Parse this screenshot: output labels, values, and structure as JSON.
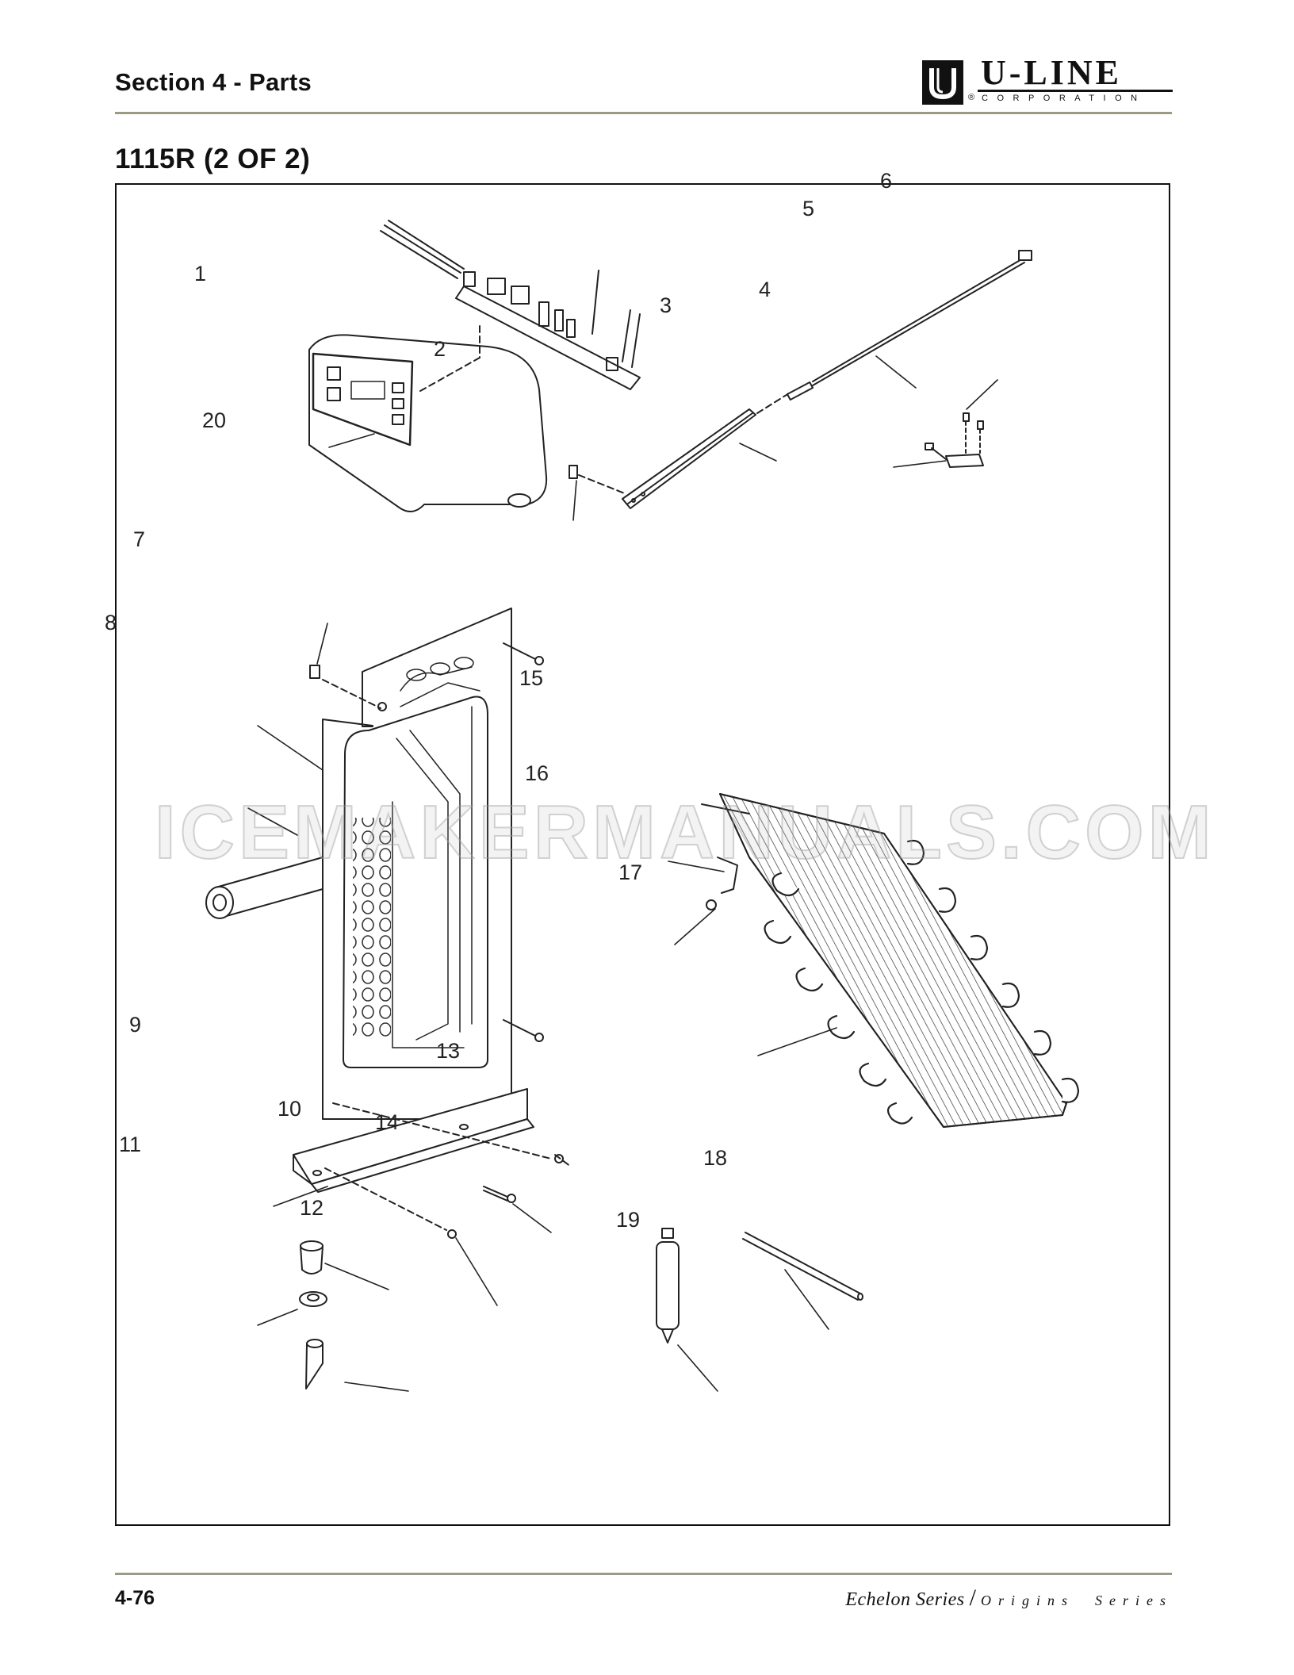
{
  "header": {
    "section": "Section 4 - Parts",
    "logo": {
      "name": "U-LINE",
      "corp": "CORPORATION",
      "reg": "®"
    }
  },
  "page": {
    "title": "1115R (2 OF 2)"
  },
  "watermark": "ICEMAKERMANUALS.COM",
  "diagram": {
    "callouts": [
      "1",
      "2",
      "3",
      "4",
      "5",
      "6",
      "7",
      "8",
      "9",
      "10",
      "11",
      "12",
      "13",
      "14",
      "15",
      "16",
      "17",
      "18",
      "19",
      "20"
    ]
  },
  "footer": {
    "page_number": "4-76",
    "series_a": "Echelon Series",
    "separator": "/",
    "series_b": "Origins",
    "series_c": "Series"
  }
}
